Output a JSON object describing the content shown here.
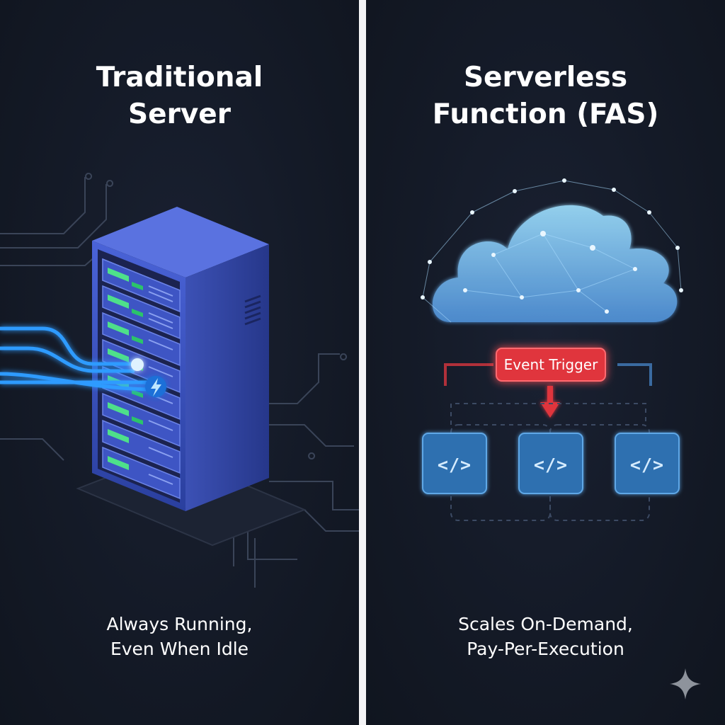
{
  "left": {
    "title_line1": "Traditional",
    "title_line2": "Server",
    "caption_line1": "Always Running,",
    "caption_line2": "Even When Idle",
    "icons": [
      "server-rack-icon",
      "lightning-bolt-icon"
    ]
  },
  "right": {
    "title_line1": "Serverless",
    "title_line2": "Function (FAS)",
    "trigger_label": "Event Trigger",
    "function_label": "</>",
    "caption_line1": "Scales On-Demand,",
    "caption_line2": "Pay-Per-Execution",
    "icons": [
      "cloud-network-icon",
      "code-function-icon",
      "arrow-down-icon"
    ]
  },
  "colors": {
    "background": "#141a27",
    "divider": "#f4f4f6",
    "server_blue": "#3554c4",
    "led_green": "#4ee08a",
    "cable_blue": "#2f9bff",
    "cloud_blue": "#7fc6f2",
    "trigger_red": "#e0343c",
    "function_blue": "#2f6fb0"
  }
}
